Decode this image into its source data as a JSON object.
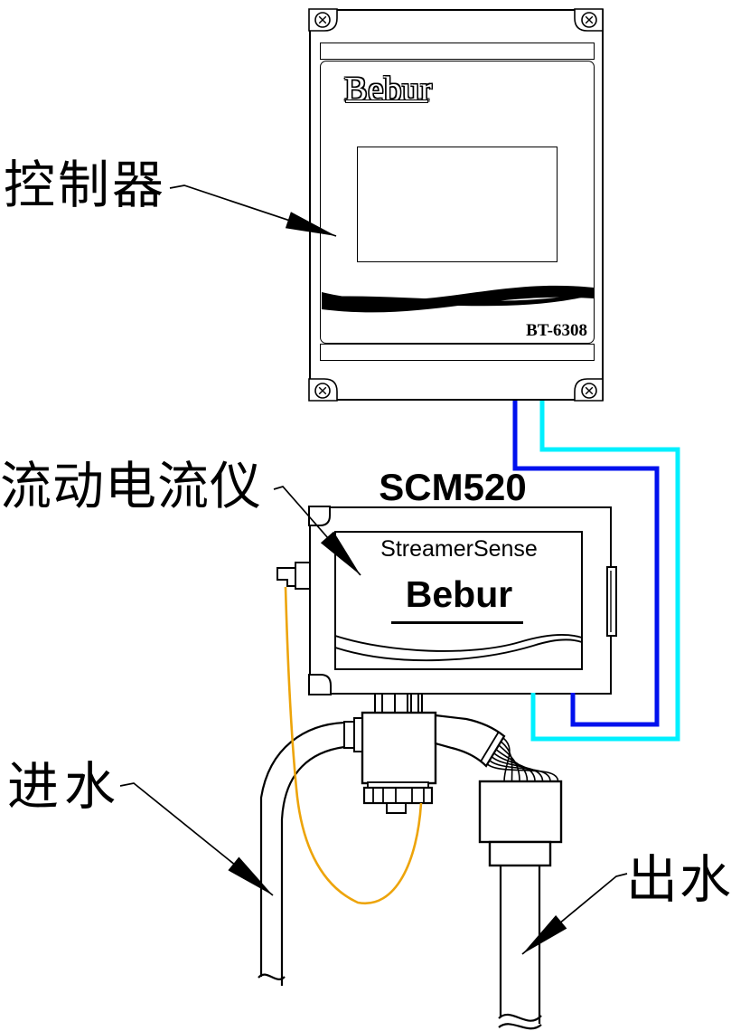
{
  "labels": {
    "controller": "控制器",
    "analyzer": "流动电流仪",
    "inlet": "进水",
    "outlet": "出水"
  },
  "controller": {
    "brand": "Bebur",
    "model": "BT-6308"
  },
  "analyzer": {
    "model": "SCM520",
    "product": "StreamerSense",
    "brand": "Bebur"
  },
  "colors": {
    "wire_blue": "#0011EE",
    "wire_cyan": "#00F0FF",
    "wire_orange": "#EDA40A",
    "line": "#000000"
  }
}
